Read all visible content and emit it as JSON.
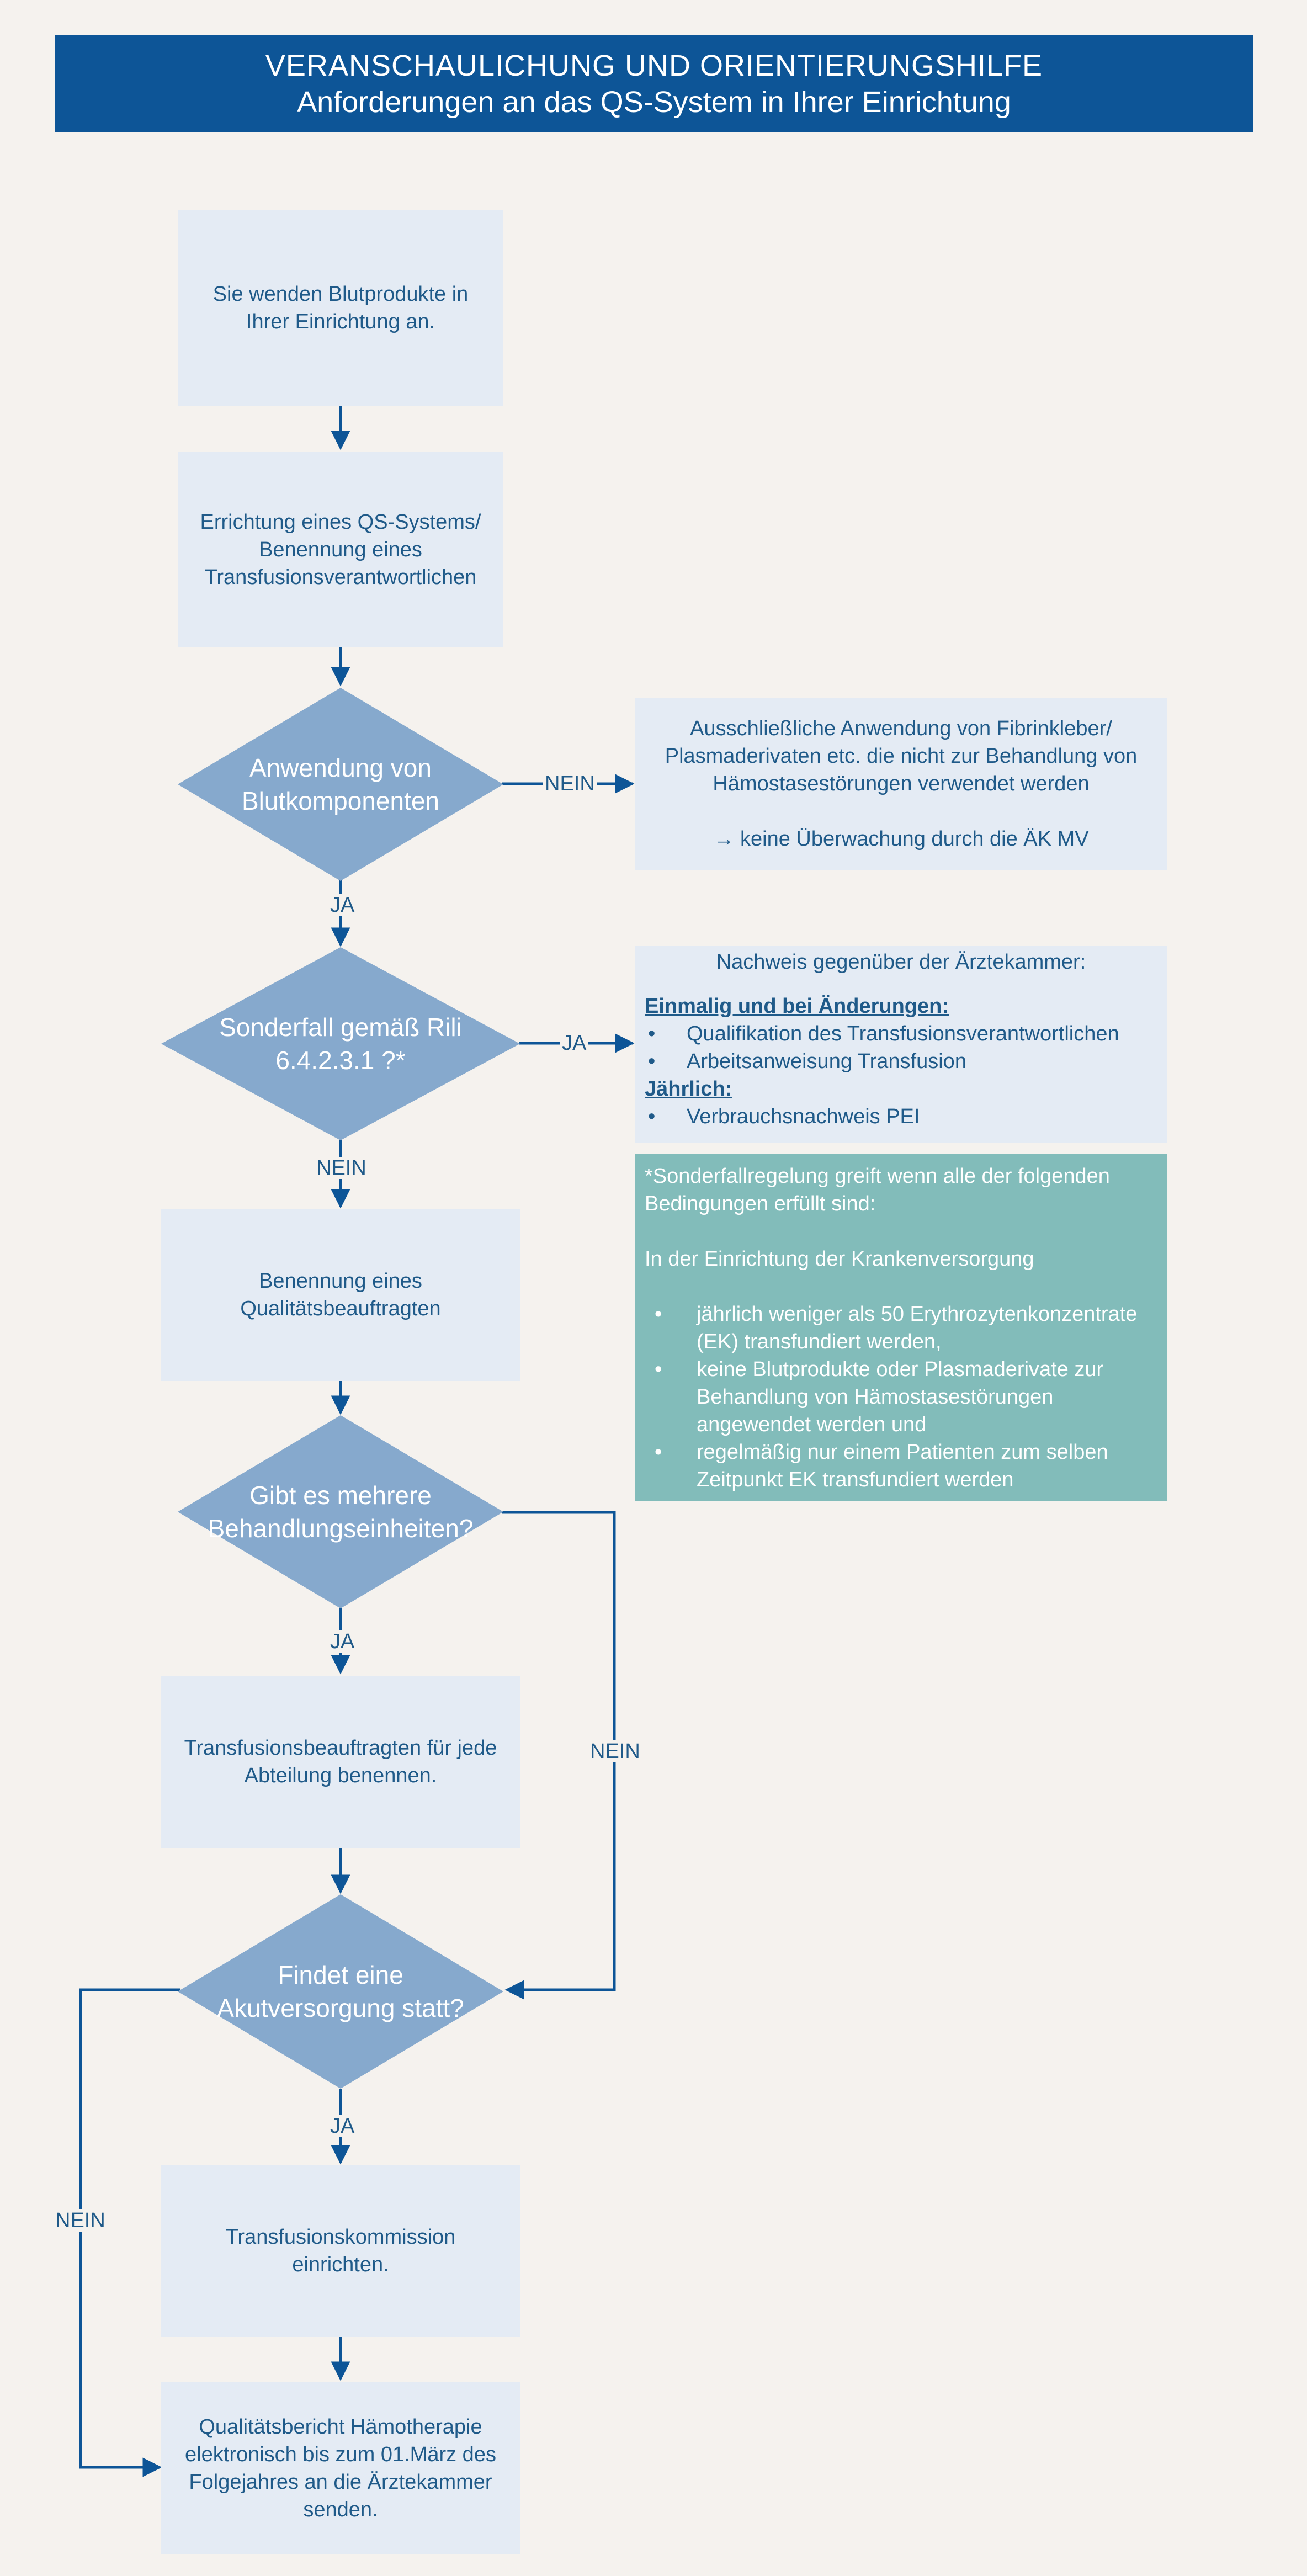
{
  "header": {
    "title": "VERANSCHAULICHUNG UND ORIENTIERUNGSHILFE",
    "subtitle": "Anforderungen an das QS-System in Ihrer Einrichtung"
  },
  "boxes": {
    "blood_products": [
      "Sie wenden Blutprodukte in",
      "Ihrer Einrichtung an."
    ],
    "qs_system": [
      "Errichtung eines QS-Systems/",
      "Benennung eines",
      "Transfusionsverantwortlichen"
    ],
    "quality_officer": [
      "Benennung eines",
      "Qualitätsbeauftragten"
    ],
    "transfusion_officers": [
      "Transfusionsbeauftragten für jede",
      "Abteilung benennen."
    ],
    "commission": [
      "Transfusionskommission",
      "einrichten."
    ],
    "report": [
      "Qualitätsbericht Hämotherapie",
      "elektronisch bis zum 01.März des",
      "Folgejahres an die Ärztekammer",
      "senden."
    ]
  },
  "diamonds": {
    "components": [
      "Anwendung von",
      "Blutkomponenten"
    ],
    "special_case": [
      "Sonderfall gemäß Rili",
      "6.4.2.3.1 ?*"
    ],
    "units": [
      "Gibt es mehrere",
      "Behandlungseinheiten?"
    ],
    "acute": [
      "Findet eine",
      "Akutversorgung statt?"
    ]
  },
  "labels": {
    "yes": "JA",
    "no": "NEIN"
  },
  "info_fibrin": {
    "lines": [
      "Ausschließliche Anwendung von Fibrinkleber/",
      "Plasmaderivaten etc. die nicht zur Behandlung von",
      "Hämostasestörungen verwendet werden"
    ],
    "note": "→ keine Überwachung durch die ÄK MV"
  },
  "info_proof": {
    "title": "Nachweis gegenüber der Ärztekammer:",
    "once_heading": "Einmalig und bei Änderungen:",
    "once_items": [
      "Qualifikation des Transfusionsverantwortlichen",
      "Arbeitsanweisung Transfusion"
    ],
    "yearly_heading": "Jährlich:",
    "yearly_items": [
      "Verbrauchsnachweis PEI"
    ]
  },
  "info_special": {
    "lines": [
      "*Sonderfallregelung greift wenn alle der folgenden",
      "Bedingungen erfüllt sind:"
    ],
    "context": "In der Einrichtung der Krankenversorgung",
    "items": [
      [
        "jährlich weniger als 50 Erythrozytenkonzentrate",
        "(EK) transfundiert werden,"
      ],
      [
        "keine Blutprodukte oder Plasmaderivate zur",
        "Behandlung von Hämostasestörungen",
        "angewendet werden und"
      ],
      [
        "regelmäßig nur einem Patienten zum selben",
        "Zeitpunkt EK transfundiert werden"
      ]
    ]
  },
  "colors": {
    "header_bg": "#0d5597",
    "box_bg": "#e4ebf4",
    "diamond_fill": "#86a9cd",
    "teal_bg": "#82bcba",
    "line": "#0d5597",
    "text": "#1f5a89",
    "page_bg": "#f5f2ee"
  }
}
